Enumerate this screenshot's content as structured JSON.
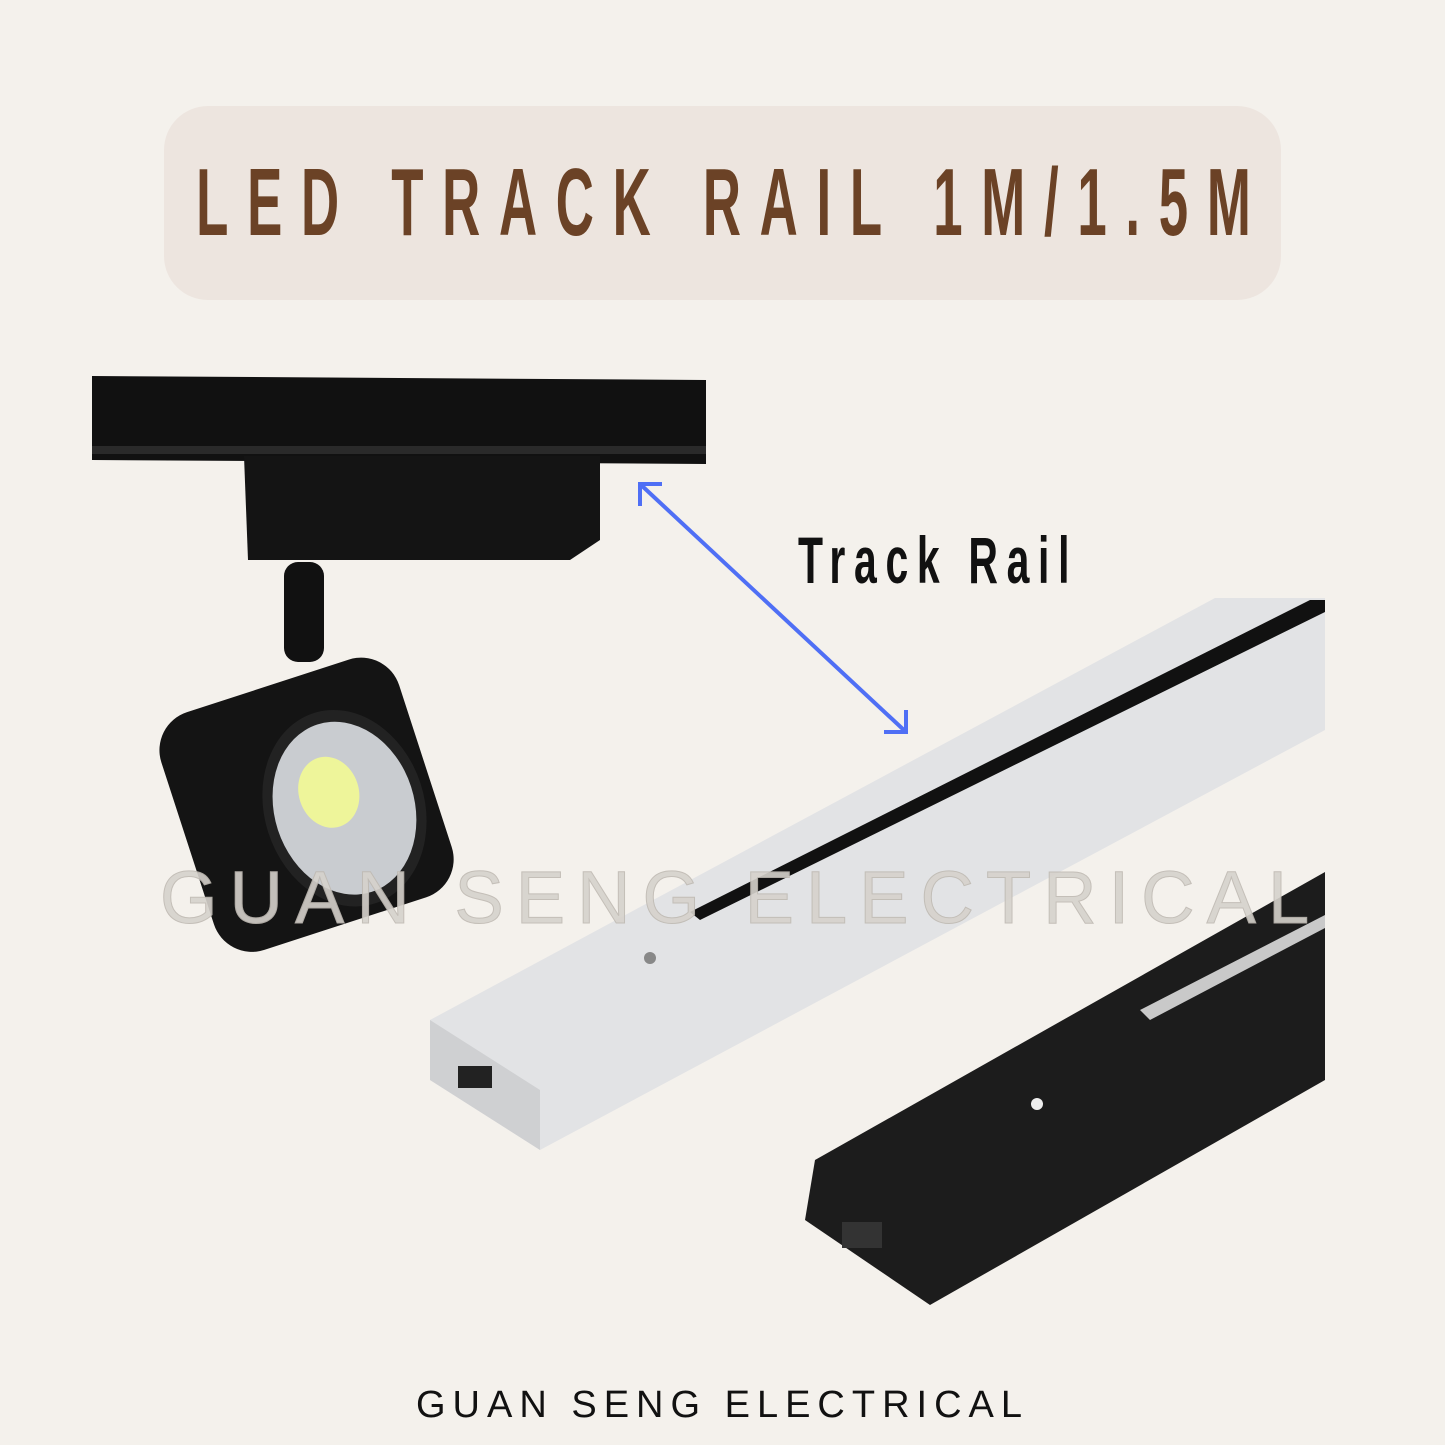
{
  "header": {
    "title": "LED TRACK RAIL 1M/1.5M"
  },
  "annotation": {
    "label": "Track Rail",
    "arrow_color": "#4f6ff5"
  },
  "watermark": "GUAN SENG ELECTRICAL",
  "footer": {
    "brand": "GUAN SENG ELECTRICAL"
  },
  "colors": {
    "title": "#6b4226",
    "banner": "#ede5df",
    "background": "#f4f1ec"
  }
}
